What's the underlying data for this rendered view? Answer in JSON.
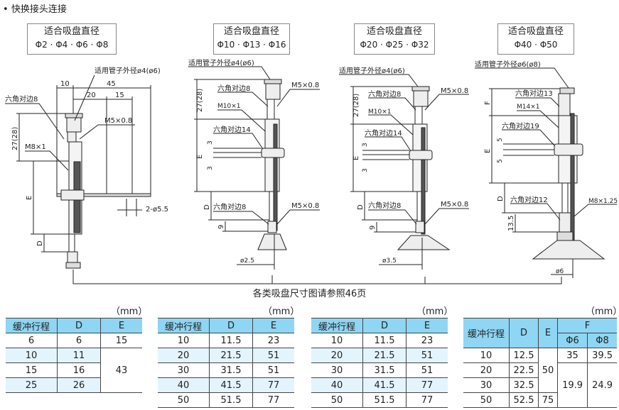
{
  "title": "快换接头连接",
  "headers": [
    {
      "label": "适合吸盘直径",
      "sizes": "Φ2 · Φ4 · Φ6 · Φ8"
    },
    {
      "label": "适合吸盘直径",
      "sizes": "Φ10 · Φ13 · Φ16"
    },
    {
      "label": "适合吸盘直径",
      "sizes": "Φ20 · Φ25 · Φ32"
    },
    {
      "label": "适合吸盘直径",
      "sizes": "Φ40 · Φ50"
    }
  ],
  "drawings": [
    {
      "tube": "适用管子外径ø4(ø6)",
      "hex": "六角对边8",
      "port": "M5×0.8",
      "thread": "M8×1",
      "h": "27(28)",
      "e": "E",
      "d": "D",
      "d10": "10",
      "d45": "45",
      "d20": "20",
      "d15": "15",
      "holes": "2-ø5.5"
    },
    {
      "tube": "适用管子外径ø4(ø6)",
      "h": "27(28)",
      "hex_top": "六角对边8",
      "port_top": "M5×0.8",
      "thread": "M10×1",
      "hex_nut": "六角对边14",
      "n1": "3",
      "n2": "3",
      "e": "E",
      "d": "D",
      "hex_bot": "六角对边8",
      "port_bot": "M5×0.8",
      "n9": "9",
      "dia": "ø2.5"
    },
    {
      "tube": "适用管子外径ø4(ø6)",
      "h": "27(28)",
      "hex_top": "六角对边8",
      "port_top": "M5×0.8",
      "thread": "M10×1",
      "hex_nut": "六角对边14",
      "n1": "3",
      "n2": "3",
      "e": "E",
      "d": "D",
      "hex_bot": "六角对边8",
      "port_bot": "M5×0.8",
      "n9": "9",
      "dia": "ø3.5"
    },
    {
      "tube": "适用管子外径ø6(ø8)",
      "f": "F",
      "hex_top": "六角对边13",
      "thread": "M14×1",
      "hex_nut": "六角对边19",
      "n1": "5",
      "n2": "5",
      "e": "E",
      "d": "D",
      "hex_bot": "六角对边12",
      "port_bot": "M8×1.25",
      "n13": "13.5",
      "dia": "ø6"
    }
  ],
  "caption": "各类吸盘尺寸图请参照46页",
  "unit": "（mm）",
  "tables": [
    {
      "cols": [
        "缓冲行程",
        "D",
        "E"
      ],
      "rows": [
        [
          "6",
          "6",
          "15"
        ],
        [
          "10",
          "11",
          "43"
        ],
        [
          "15",
          "16",
          ""
        ],
        [
          "25",
          "26",
          ""
        ]
      ]
    },
    {
      "cols": [
        "缓冲行程",
        "D",
        "E"
      ],
      "rows": [
        [
          "10",
          "11.5",
          "23"
        ],
        [
          "20",
          "21.5",
          "51"
        ],
        [
          "30",
          "31.5",
          "51"
        ],
        [
          "40",
          "41.5",
          "77"
        ],
        [
          "50",
          "51.5",
          "77"
        ]
      ]
    },
    {
      "cols": [
        "缓冲行程",
        "D",
        "E"
      ],
      "rows": [
        [
          "10",
          "11.5",
          "23"
        ],
        [
          "20",
          "21.5",
          "51"
        ],
        [
          "30",
          "31.5",
          "51"
        ],
        [
          "40",
          "41.5",
          "77"
        ],
        [
          "50",
          "51.5",
          "77"
        ]
      ]
    },
    {
      "cols": [
        "缓冲行程",
        "D",
        "E",
        "F",
        "Φ6",
        "Φ8"
      ],
      "rows": [
        [
          "10",
          "12.5",
          "50",
          "35",
          "39.5"
        ],
        [
          "20",
          "22.5",
          "",
          "19.9",
          "24.9"
        ],
        [
          "30",
          "32.5",
          "",
          "",
          ""
        ],
        [
          "50",
          "52.5",
          "75",
          "",
          ""
        ]
      ]
    }
  ]
}
